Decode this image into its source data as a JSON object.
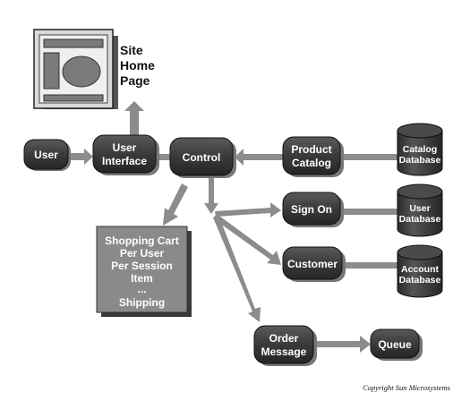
{
  "colors": {
    "node_fill": "#3a3a3a",
    "arrow": "#8c8c8c",
    "cart_fill": "#8a8a8a",
    "monitor_fill": "#d9d9d9",
    "screen_fill": "#7a7a7a"
  },
  "home_page": {
    "line1": "Site",
    "line2": "Home",
    "line3": "Page"
  },
  "nodes": {
    "user": "User",
    "user_interface": {
      "line1": "User",
      "line2": "Interface"
    },
    "control": "Control",
    "product_catalog": {
      "line1": "Product",
      "line2": "Catalog"
    },
    "sign_on": "Sign On",
    "customer": "Customer",
    "order_message": {
      "line1": "Order",
      "line2": "Message"
    },
    "queue": "Queue"
  },
  "databases": {
    "catalog": {
      "line1": "Catalog",
      "line2": "Database"
    },
    "user": {
      "line1": "User",
      "line2": "Database"
    },
    "account": {
      "line1": "Account",
      "line2": "Database"
    }
  },
  "shopping_cart": {
    "lines": [
      "Shopping Cart",
      "Per User",
      "Per Session",
      "Item",
      "...",
      "Shipping"
    ]
  },
  "copyright": "Copyright Sun Microsystems"
}
